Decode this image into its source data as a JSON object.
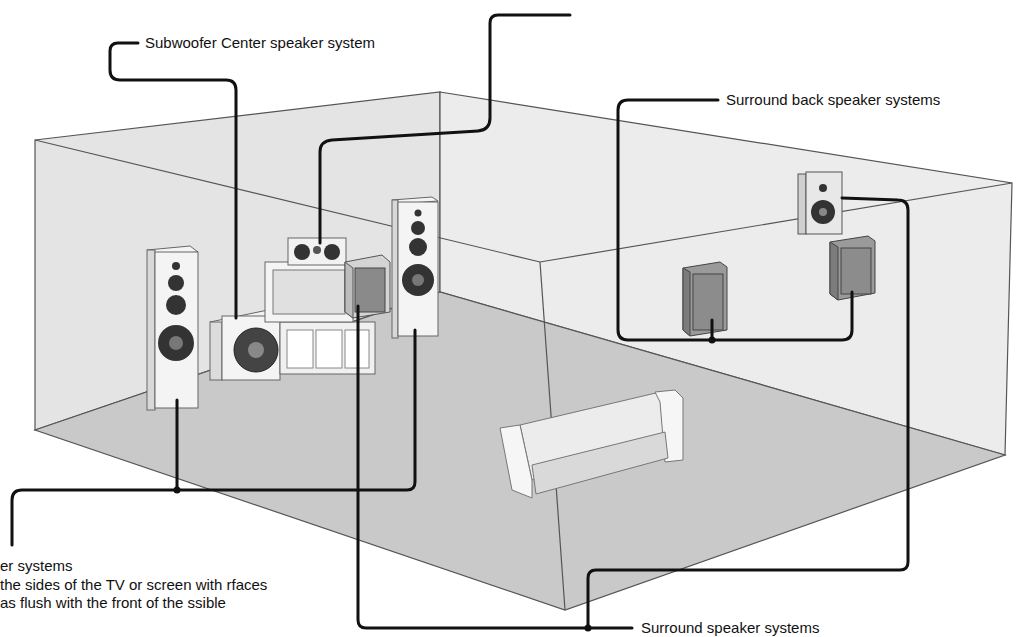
{
  "diagram": {
    "labels": [
      "Subwoofer Center speaker system",
      "Surround back speaker systems",
      "er systems",
      "the sides of the TV or screen with rfaces as flush with the front of the ssible",
      "Surround speaker systems"
    ]
  }
}
